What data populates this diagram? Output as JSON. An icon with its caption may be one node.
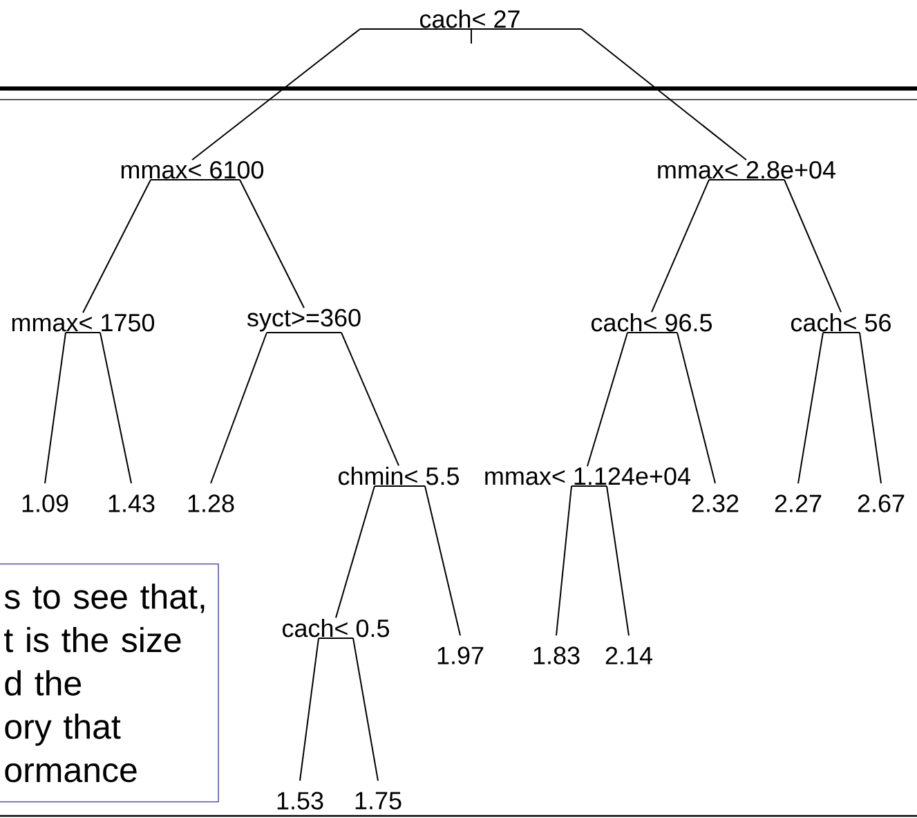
{
  "diagram": {
    "nodes": [
      {
        "text": [
          "cach< 27"
        ]
      },
      {
        "text": [
          "mmax< 6100"
        ]
      },
      {
        "text": [
          "mmax< 1750"
        ]
      },
      {
        "text": [
          "1.09"
        ]
      },
      {
        "text": [
          "1.43"
        ]
      },
      {
        "text": [
          "syct>=360"
        ]
      },
      {
        "text": [
          "1.28"
        ]
      },
      {
        "text": [
          "chmin< 5.5"
        ]
      },
      {
        "text": [
          "cach< 0.5"
        ]
      },
      {
        "text": [
          "1.53"
        ]
      },
      {
        "text": [
          "1.75"
        ]
      },
      {
        "text": [
          "1.97"
        ]
      },
      {
        "text": [
          "mmax< 2.8e+04"
        ]
      },
      {
        "text": [
          "cach< 96.5"
        ]
      },
      {
        "text": [
          "mmax< 1.124e+04"
        ]
      },
      {
        "text": [
          "1.83"
        ]
      },
      {
        "text": [
          "2.14"
        ]
      },
      {
        "text": [
          "2.32"
        ]
      },
      {
        "text": [
          "cach< 56"
        ]
      },
      {
        "text": [
          "2.27"
        ]
      },
      {
        "text": [
          "2.67"
        ]
      },
      {
        "text": [
          "s to see that,",
          "t is the size",
          "d the",
          "ory that",
          "ormance"
        ]
      }
    ],
    "edges": [
      {
        "from": 0,
        "to": 1,
        "arrow": "none"
      },
      {
        "from": 0,
        "to": 12,
        "arrow": "none"
      },
      {
        "from": 1,
        "to": 2,
        "arrow": "none"
      },
      {
        "from": 1,
        "to": 5,
        "arrow": "none"
      },
      {
        "from": 2,
        "to": 3,
        "arrow": "none"
      },
      {
        "from": 2,
        "to": 4,
        "arrow": "none"
      },
      {
        "from": 5,
        "to": 6,
        "arrow": "none"
      },
      {
        "from": 5,
        "to": 7,
        "arrow": "none"
      },
      {
        "from": 7,
        "to": 8,
        "arrow": "none"
      },
      {
        "from": 7,
        "to": 11,
        "arrow": "none"
      },
      {
        "from": 8,
        "to": 9,
        "arrow": "none"
      },
      {
        "from": 8,
        "to": 10,
        "arrow": "none"
      },
      {
        "from": 12,
        "to": 13,
        "arrow": "none"
      },
      {
        "from": 12,
        "to": 18,
        "arrow": "none"
      },
      {
        "from": 13,
        "to": 14,
        "arrow": "none"
      },
      {
        "from": 13,
        "to": 17,
        "arrow": "none"
      },
      {
        "from": 14,
        "to": 15,
        "arrow": "none"
      },
      {
        "from": 14,
        "to": 16,
        "arrow": "none"
      },
      {
        "from": 18,
        "to": 19,
        "arrow": "none"
      },
      {
        "from": 18,
        "to": 20,
        "arrow": "none"
      }
    ]
  }
}
